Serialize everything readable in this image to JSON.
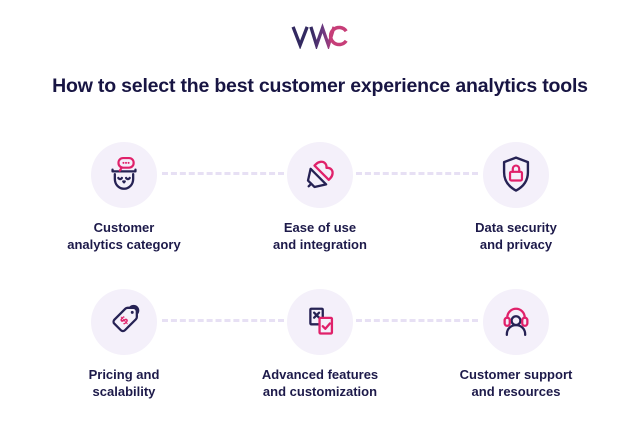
{
  "logo": {
    "text": "VWO"
  },
  "title": "How to select the best customer experience analytics tools",
  "colors": {
    "title": "#181543",
    "label": "#1d1a4a",
    "circle-bg": "#f4f0fa",
    "dash": "#e7e0f4",
    "icon-navy": "#262254",
    "icon-pink": "#e0216a",
    "logo-navy": "#322960",
    "logo-pink": "#c73e78"
  },
  "items": [
    {
      "icon": "thinking-head-icon",
      "line1": "Customer",
      "line2": "analytics category"
    },
    {
      "icon": "plug-connection-icon",
      "line1": "Ease of use",
      "line2": "and integration"
    },
    {
      "icon": "shield-lock-icon",
      "line1": "Data security",
      "line2": "and privacy"
    },
    {
      "icon": "price-tag-icon",
      "line1": "Pricing and",
      "line2": "scalability",
      "tag_symbol": "$"
    },
    {
      "icon": "checklist-cards-icon",
      "line1": "Advanced features",
      "line2": "and customization"
    },
    {
      "icon": "support-headset-icon",
      "line1": "Customer support",
      "line2": "and resources"
    }
  ]
}
